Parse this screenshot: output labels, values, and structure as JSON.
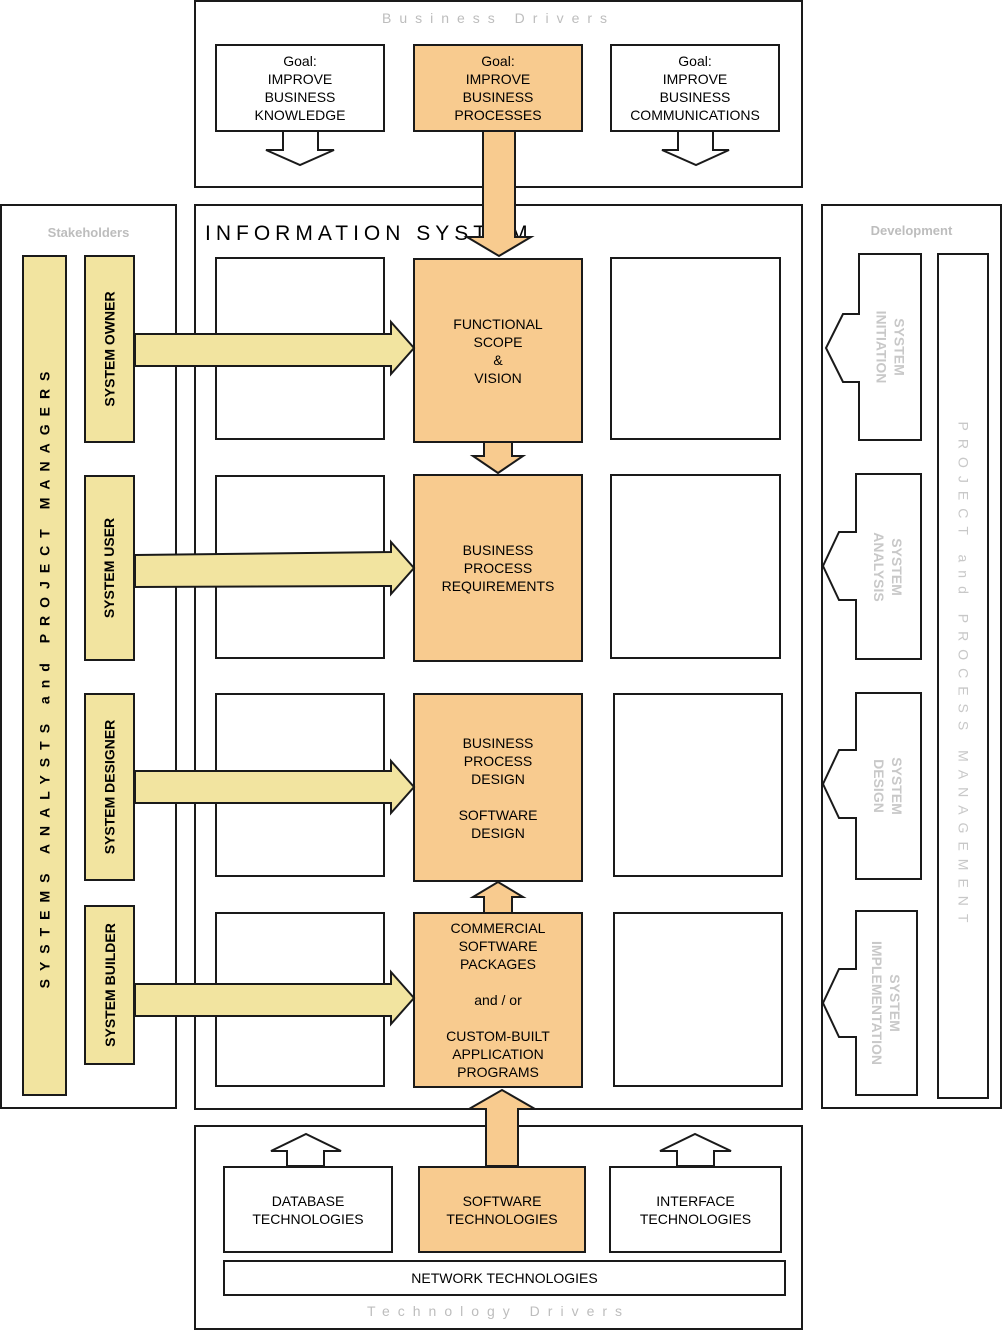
{
  "business_drivers": {
    "title": "Business Drivers",
    "goals": [
      {
        "text": "Goal:\nIMPROVE\nBUSINESS\nKNOWLEDGE"
      },
      {
        "text": "Goal:\nIMPROVE\nBUSINESS\nPROCESSES"
      },
      {
        "text": "Goal:\nIMPROVE\nBUSINESS\nCOMMUNICATIONS"
      }
    ]
  },
  "information_system": {
    "title": "INFORMATION SYSTEM",
    "process_column": [
      "FUNCTIONAL\nSCOPE\n&\nVISION",
      "BUSINESS\nPROCESS\nREQUIREMENTS",
      "BUSINESS\nPROCESS\nDESIGN\n\nSOFTWARE\nDESIGN",
      "COMMERCIAL\nSOFTWARE\nPACKAGES\n\nand / or\n\nCUSTOM-BUILT\nAPPLICATION\nPROGRAMS"
    ]
  },
  "stakeholders": {
    "title": "Stakeholders",
    "bar_label": "SYSTEMS ANALYSTS and PROJECT MANAGERS",
    "roles": [
      "SYSTEM OWNER",
      "SYSTEM USER",
      "SYSTEM DESIGNER",
      "SYSTEM BUILDER"
    ]
  },
  "development": {
    "title": "Development",
    "phases": [
      "SYSTEM\nINITIATION",
      "SYSTEM\nANALYSIS",
      "SYSTEM\nDESIGN",
      "SYSTEM\nIMPLEMENTATION"
    ],
    "bar_label": "PROJECT and PROCESS MANAGEMENT"
  },
  "technology_drivers": {
    "title": "Technology Drivers",
    "technologies": [
      "DATABASE\nTECHNOLOGIES",
      "SOFTWARE\nTECHNOLOGIES",
      "INTERFACE\nTECHNOLOGIES"
    ],
    "network": "NETWORK TECHNOLOGIES"
  },
  "colors": {
    "orange": "#f8cb8f",
    "yellow": "#f2e4a0",
    "outline": "#1a1a1a",
    "faded_text": "#bdbdbd"
  }
}
